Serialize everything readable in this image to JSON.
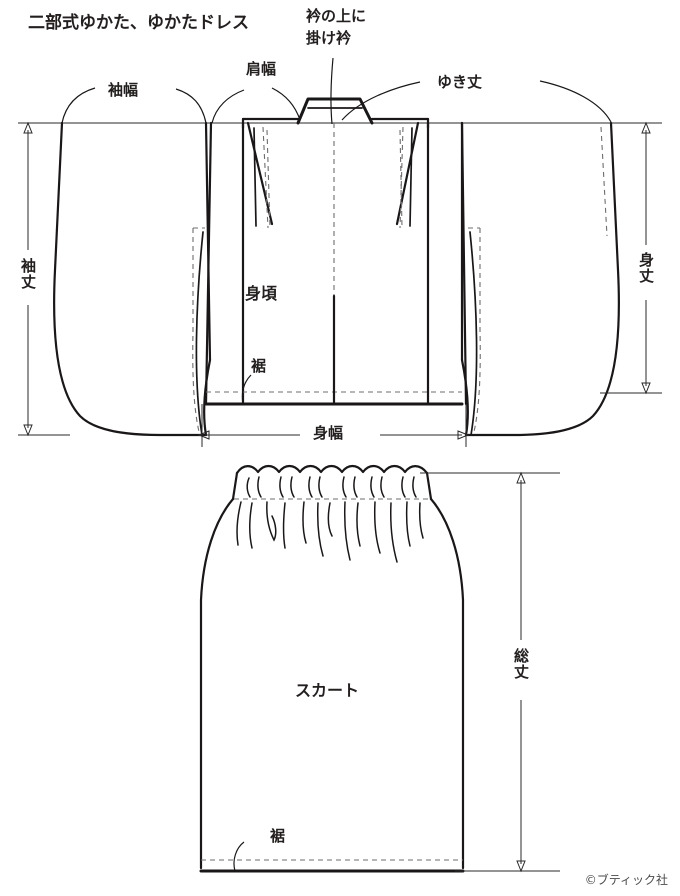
{
  "document": {
    "title": "二部式ゆかた、ゆかたドレス",
    "credit": "©ブティック社"
  },
  "top_garment": {
    "labels": {
      "sleeve_width": "袖幅",
      "shoulder_width": "肩幅",
      "collar_note_line1": "衿の上に",
      "collar_note_line2": "掛け衿",
      "sleeve_reach": "ゆき丈",
      "sleeve_length": "袖丈",
      "body_length": "身丈",
      "bodice": "身頃",
      "hem": "裾",
      "body_width": "身幅"
    }
  },
  "bottom_garment": {
    "labels": {
      "skirt": "スカート",
      "total_length": "総丈",
      "hem": "裾"
    }
  },
  "style": {
    "ink": "#1a1718",
    "thin_ink": "#2b2828",
    "dash_ink": "#6f6c6c",
    "paper": "#ffffff"
  }
}
